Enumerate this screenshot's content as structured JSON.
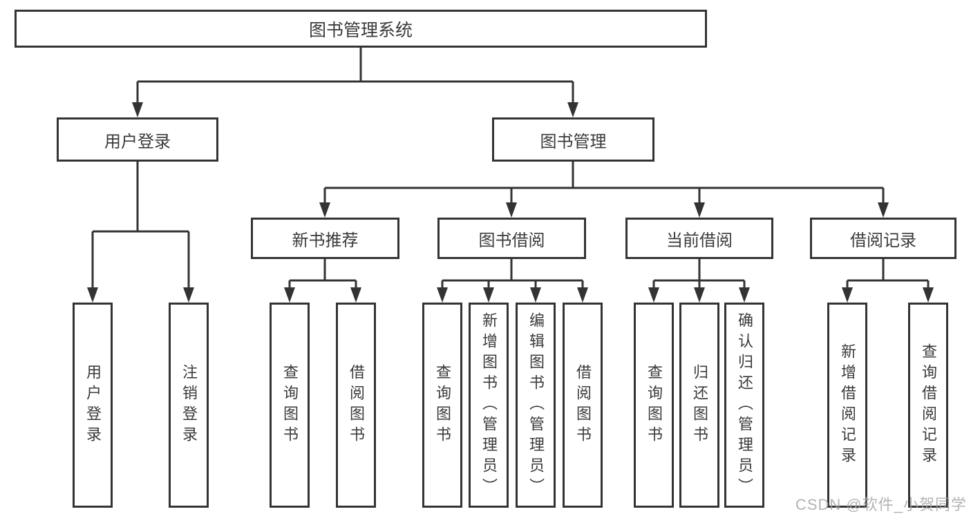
{
  "diagram_title": "图书管理系统",
  "root": {
    "label": "图书管理系统"
  },
  "level2": {
    "user_login": "用户登录",
    "book_management": "图书管理"
  },
  "level3": {
    "new_book_rec": "新书推荐",
    "book_borrowing": "图书借阅",
    "current_borrowing": "当前借阅",
    "borrowing_records": "借阅记录"
  },
  "leaves": {
    "user_login": [
      "用户登录",
      "注销登录"
    ],
    "new_book_rec": [
      "查询图书",
      "借阅图书"
    ],
    "book_borrowing": [
      "查询图书",
      "新增图书（管理员）",
      "编辑图书（管理员）",
      "借阅图书"
    ],
    "current_borrowing": [
      "查询图书",
      "归还图书",
      "确认归还（管理员）"
    ],
    "borrowing_records": [
      "新增借阅记录",
      "查询借阅记录"
    ]
  },
  "watermark": "CSDN @软件_小贺同学",
  "colors": {
    "line": "#333333",
    "box_border": "#333333",
    "text": "#3a3a3a",
    "watermark": "#a6a6a6",
    "background": "#ffffff"
  }
}
